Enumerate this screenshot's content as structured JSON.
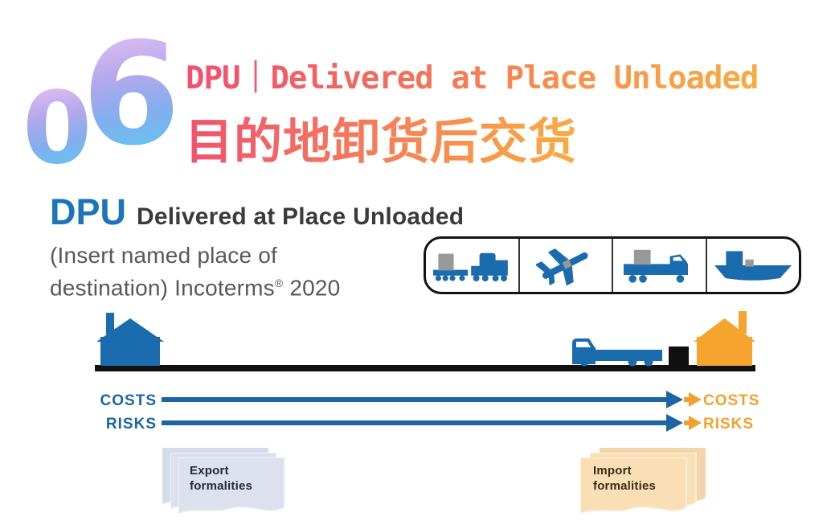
{
  "header": {
    "badge_digits": {
      "first": "0",
      "second": "6"
    },
    "title_en": "DPU｜Delivered at Place Unloaded",
    "title_zh": "目的地卸货后交货"
  },
  "term": {
    "abbr": "DPU",
    "full_name": "Delivered at Place Unloaded",
    "note_line1": "(Insert named place of",
    "note_line2_text": "destination) Incoterms",
    "note_reg": "®",
    "note_year": " 2020"
  },
  "transport_modes": {
    "items": [
      {
        "icon": "train-icon",
        "label": "rail"
      },
      {
        "icon": "plane-icon",
        "label": "air"
      },
      {
        "icon": "truck-icon",
        "label": "road"
      },
      {
        "icon": "ship-icon",
        "label": "sea"
      }
    ]
  },
  "costs_risks": {
    "rows": [
      {
        "left": "COSTS",
        "right": "COSTS"
      },
      {
        "left": "RISKS",
        "right": "RISKS"
      }
    ]
  },
  "formalities": {
    "export": {
      "line1": "Export",
      "line2": "formalities"
    },
    "import": {
      "line1": "Import",
      "line2": "formalities"
    }
  },
  "colors": {
    "brand_blue": "#1a6cae",
    "line_blue": "#1d64a5",
    "accent_orange": "#f5a52d",
    "cargo_gray": "#989898",
    "title_gradient_start": "#f2506e",
    "title_gradient_end": "#fbaa42",
    "badge_gradient_top": "#e7c2f2",
    "badge_gradient_bottom": "#5fc6f2",
    "export_sheet": "#dde1ee",
    "import_sheet": "#fadfb6"
  }
}
